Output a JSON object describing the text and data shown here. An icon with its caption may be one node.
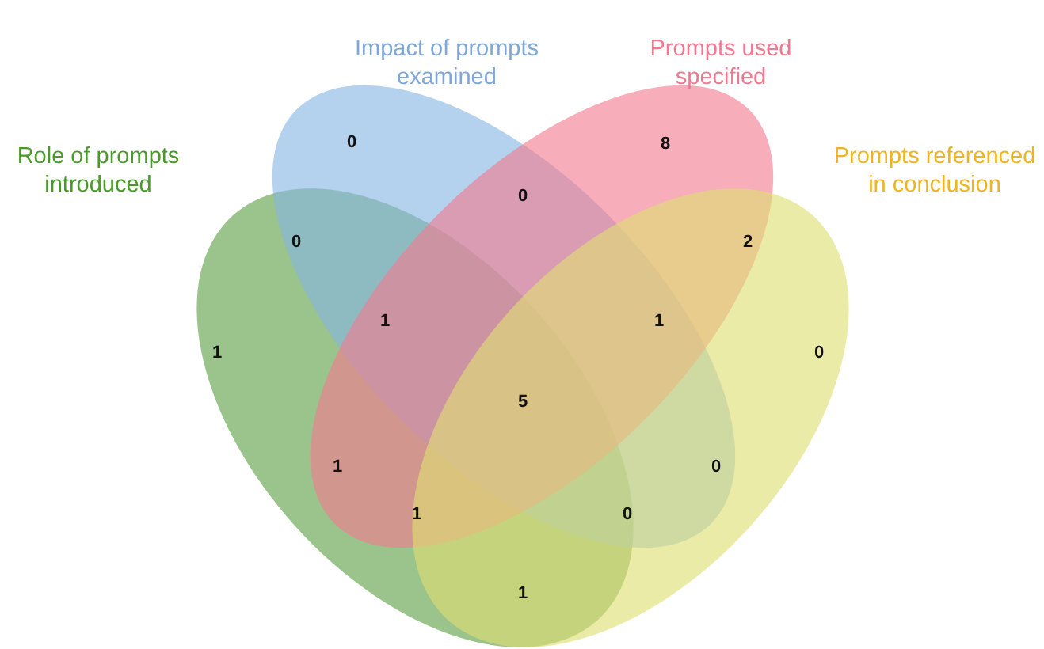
{
  "diagram": {
    "nodes": [
      {
        "text": [
          "Role of prompts introduced"
        ]
      },
      {
        "text": [
          "Impact of prompts examined"
        ]
      },
      {
        "text": [
          "Prompts used specified"
        ]
      },
      {
        "text": [
          "Prompts referenced in conclusion"
        ]
      }
    ],
    "labels": [
      "0",
      "8",
      "0",
      "0",
      "2",
      "1",
      "1",
      "1",
      "0",
      "5",
      "1",
      "0",
      "1",
      "0",
      "1"
    ]
  }
}
